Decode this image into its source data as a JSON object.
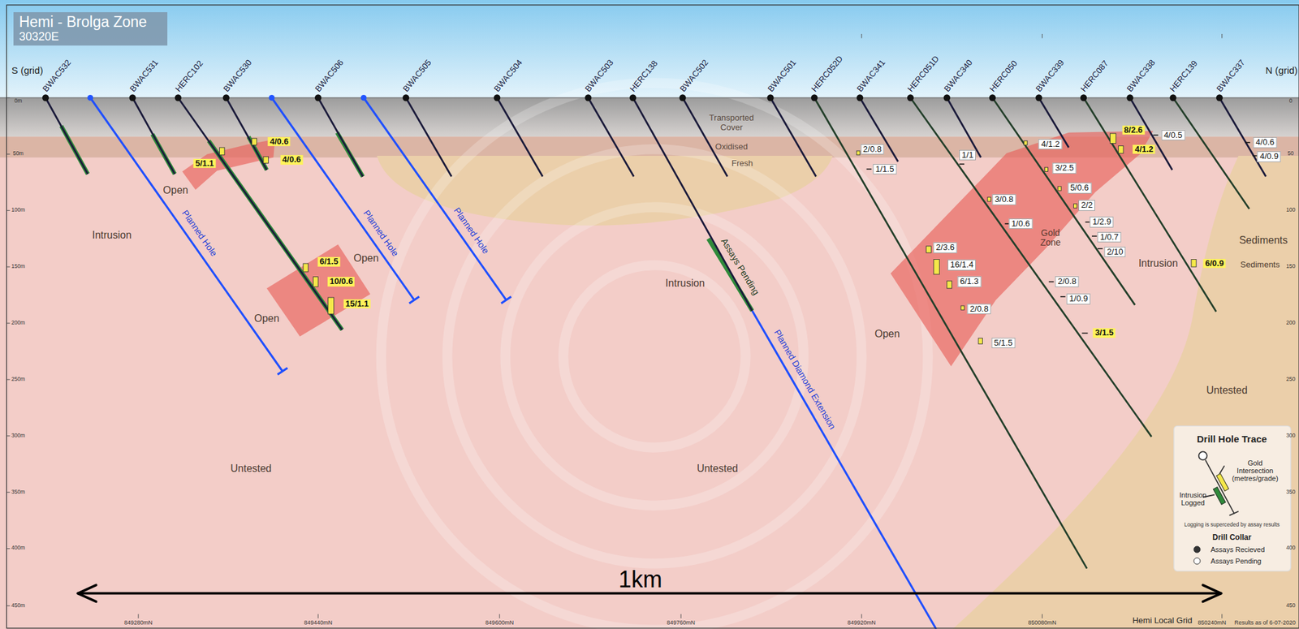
{
  "diagram": {
    "nodes": [
      {
        "text": [
          "Hemi - Brolga Zone",
          "30320E"
        ]
      }
    ],
    "labels": [
      "BWAC532",
      "BWAC531",
      "HERC102",
      "BWAC530",
      "BWAC506",
      "BWAC505",
      "BWAC504",
      "BWAC503",
      "HERC138",
      "BWAC502",
      "BWAC501",
      "HERC052D",
      "BWAC341",
      "HERC051D",
      "BWAC340",
      "HERC050",
      "BWAC339",
      "HERC087",
      "BWAC338",
      "HERC139",
      "BWAC337",
      "S (grid)",
      "N (grid)",
      "0m",
      "50m",
      "100m",
      "150m",
      "200m",
      "250m",
      "300m",
      "350m",
      "400m",
      "450m",
      "0",
      "50",
      "100",
      "150",
      "200",
      "250",
      "300",
      "350",
      "400",
      "450",
      "Transported Cover",
      "Oxidised",
      "Fresh",
      "Intrusion",
      "Intrusion",
      "Intrusion",
      "Sediments",
      "Sediments",
      "Untested",
      "Untested",
      "Untested",
      "Open",
      "Open",
      "Open",
      "Open",
      "Gold Zone",
      "Planned Hole",
      "Planned Hole",
      "Planned Hole",
      "Planned Diamond Extension",
      "Assays Pending",
      "4/0.6",
      "4/0.6",
      "5/1.1",
      "6/1.5",
      "10/0.6",
      "15/1.1",
      "3/1.5",
      "8/2.6",
      "4/1.2",
      "6/0.9",
      "2/0.8",
      "1/1.5",
      "1/1",
      "3/0.8",
      "1/0.6",
      "2/3.6",
      "16/1.4",
      "6/1.3",
      "2/0.8",
      "5/1.5",
      "4/1.2",
      "3/2.5",
      "5/0.6",
      "2/2",
      "1/2.9",
      "1/0.7",
      "2/10",
      "2/0.8",
      "1/0.9",
      "4/0.5",
      "4/0.6",
      "4/0.9",
      "1km",
      "849280mN",
      "849440mN",
      "849600mN",
      "849760mN",
      "849920mN",
      "850080mN",
      "850240mN",
      "Hemi Local Grid",
      "Results as of 6-07-2020",
      "Drill Hole Trace",
      "Logging is superceded by assay results",
      "Drill Collar"
    ],
    "legend": [
      {
        "text": "Gold Intersection (metres/grade)",
        "color": "#f5e84a"
      },
      {
        "text": "Intrusion Logged",
        "color": "#2f8a3a"
      },
      {
        "text": "Assays Recieved"
      },
      {
        "text": "Assays Pending"
      }
    ]
  }
}
